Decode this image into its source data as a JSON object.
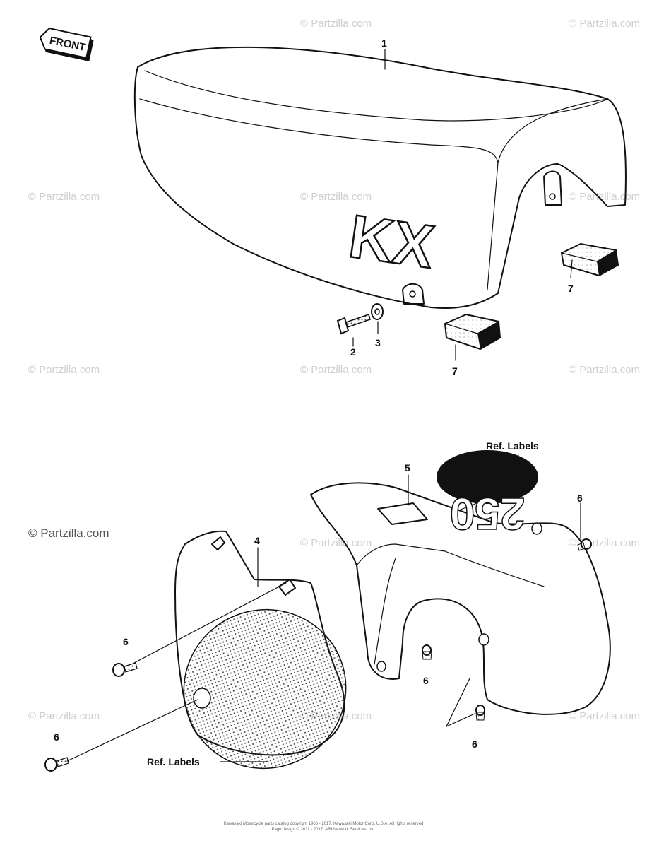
{
  "diagram": {
    "front_label": "FRONT",
    "seat_logo": "KX",
    "decal_text": "250",
    "callouts": [
      "1",
      "2",
      "3",
      "7",
      "7",
      "4",
      "5",
      "6",
      "6",
      "6",
      "6",
      "6"
    ],
    "ref_labels": [
      "Ref. Labels",
      "Ref. Labels"
    ],
    "watermark": "© Partzilla.com"
  },
  "footer": {
    "line1": "Kawasaki Motorcycle parts catalog copyright 1968 - 2017, Kawasaki Motor Corp. U.S.A. All rights reserved",
    "line2": "Page design © 2011 - 2017, ARI Network Services, Inc."
  }
}
